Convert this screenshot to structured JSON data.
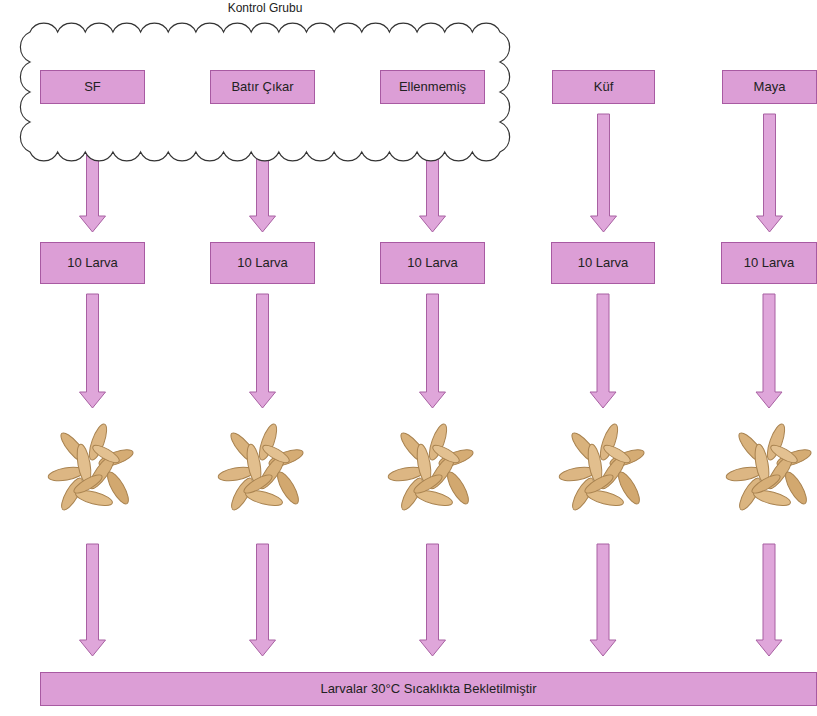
{
  "diagram": {
    "nodes": [
      {
        "text": [
          "Kontrol Grubu"
        ]
      },
      {
        "text": [
          "SF"
        ],
        "in": 0
      },
      {
        "text": [
          "Batır Çıkar"
        ],
        "in": 0
      },
      {
        "text": [
          "Ellenmemiş"
        ],
        "in": 0
      },
      {
        "text": [
          "Küf"
        ]
      },
      {
        "text": [
          "Maya"
        ]
      },
      {
        "text": [
          "10 Larva"
        ]
      },
      {
        "text": [
          "10 Larva"
        ]
      },
      {
        "text": [
          "10 Larva"
        ]
      },
      {
        "text": [
          "10 Larva"
        ]
      },
      {
        "text": [
          "10 Larva"
        ]
      },
      {
        "text": [
          "Larvalar 30°C Sıcaklıkta Bekletilmiştir"
        ]
      }
    ],
    "edges": [
      {
        "from": 1,
        "to": 6,
        "arrow": "to"
      },
      {
        "from": 2,
        "to": 7,
        "arrow": "to"
      },
      {
        "from": 3,
        "to": 8,
        "arrow": "to"
      },
      {
        "from": 4,
        "to": 9,
        "arrow": "to"
      },
      {
        "from": 5,
        "to": 10,
        "arrow": "to"
      },
      {
        "from": 6,
        "to": 11,
        "arrow": "to"
      },
      {
        "from": 7,
        "to": 11,
        "arrow": "to"
      },
      {
        "from": 8,
        "to": 11,
        "arrow": "to"
      },
      {
        "from": 9,
        "to": 11,
        "arrow": "to"
      },
      {
        "from": 10,
        "to": 11,
        "arrow": "to"
      }
    ]
  }
}
